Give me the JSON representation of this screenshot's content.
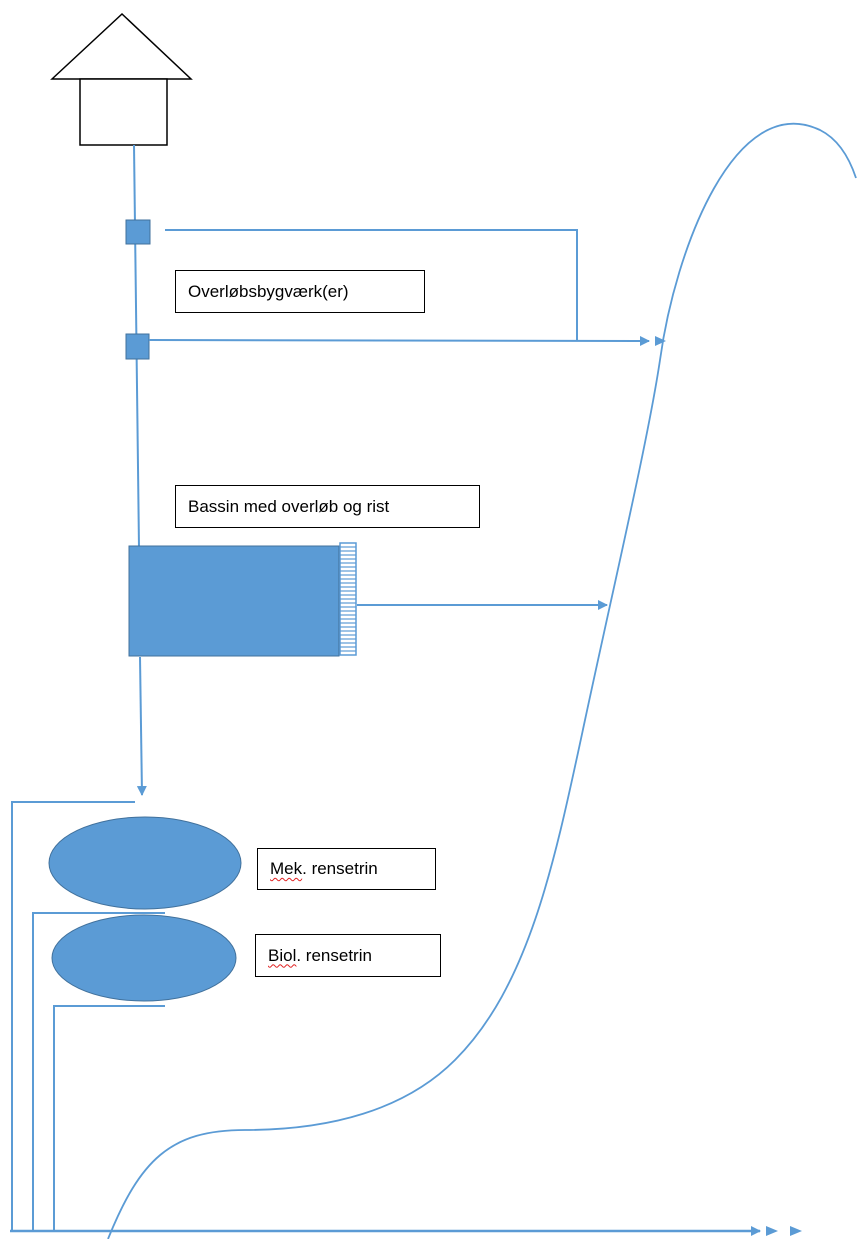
{
  "labels": {
    "overflow_structures": "Overløbsbygværk(er)",
    "basin": "Bassin med overløb og rist",
    "mech_word": "Mek",
    "mech_rest": ". rensetrin",
    "bio_word": "Biol",
    "bio_rest": ". rensetrin"
  },
  "colors": {
    "pipe": "#5b9bd5",
    "fill": "#5b9bd5",
    "outline": "#000000",
    "spellcheck": "#e02020"
  },
  "icons": {
    "house": "house-icon",
    "grate": "grate-icon"
  }
}
